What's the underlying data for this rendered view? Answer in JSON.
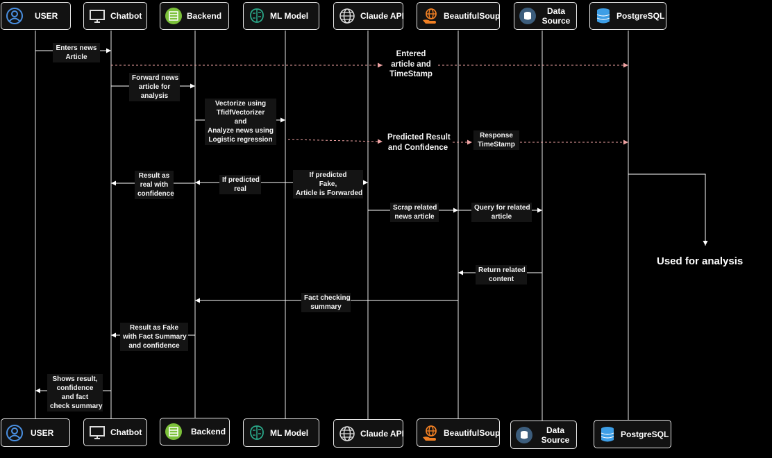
{
  "colors": {
    "solid": "#ffffff",
    "dashed": "#f0a3a3",
    "background": "#000000"
  },
  "participants": [
    {
      "id": "user",
      "label": "USER",
      "icon": "user-icon"
    },
    {
      "id": "chatbot",
      "label": "Chatbot",
      "icon": "monitor-icon"
    },
    {
      "id": "backend",
      "label": "Backend",
      "icon": "server-icon"
    },
    {
      "id": "ml",
      "label": "ML Model",
      "icon": "brain-chip-icon"
    },
    {
      "id": "claude",
      "label": "Claude API",
      "icon": "globe-icon"
    },
    {
      "id": "bsoup",
      "label": "BeautifulSoup",
      "icon": "web-scrape-icon"
    },
    {
      "id": "datasource",
      "label": "Data Source",
      "icon": "database-source-icon"
    },
    {
      "id": "postgres",
      "label": "PostgreSQL",
      "icon": "database-icon"
    }
  ],
  "messages": [
    {
      "text": "Enters news Article",
      "style": "solid"
    },
    {
      "text": "Entered article and TimeStamp",
      "style": "dashed"
    },
    {
      "text": "Forward news article for analysis",
      "style": "solid"
    },
    {
      "text": "Vectorize using TfidfVectorizer and Analyze news using Logistic regression",
      "style": "solid"
    },
    {
      "text": "Predicted Result and Confidence",
      "style": "dashed"
    },
    {
      "text": "Response TimeStamp",
      "style": "dashed"
    },
    {
      "text": "If predicted real",
      "style": "solid"
    },
    {
      "text": "Result as real with confidence",
      "style": "solid"
    },
    {
      "text": "If predicted Fake, Article is Forwarded",
      "style": "solid"
    },
    {
      "text": "Scrap related news article",
      "style": "solid"
    },
    {
      "text": "Query for related article",
      "style": "solid"
    },
    {
      "text": "Return related content",
      "style": "solid"
    },
    {
      "text": "Fact checking summary",
      "style": "solid"
    },
    {
      "text": "Result as Fake with Fact Summary and confidence",
      "style": "solid"
    },
    {
      "text": "Shows result, confidence and fact check summary",
      "style": "solid"
    }
  ],
  "labels": {
    "m0": [
      "Enters news",
      "Article"
    ],
    "m1": [
      "Entered",
      "article and",
      "TimeStamp"
    ],
    "m2": [
      "Forward news",
      "article for",
      "analysis"
    ],
    "m3": [
      "Vectorize using",
      "TfidfVectorizer",
      "and",
      "Analyze news using",
      "Logistic regression"
    ],
    "m4": [
      "Predicted Result",
      "and Confidence"
    ],
    "m5": [
      "Response",
      "TimeStamp"
    ],
    "m6": [
      "If predicted",
      "real"
    ],
    "m7": [
      "Result as",
      "real with",
      "confidence"
    ],
    "m8": [
      "If predicted",
      "Fake,",
      "Article is Forwarded"
    ],
    "m9": [
      "Scrap related",
      "news article"
    ],
    "m10": [
      "Query for related",
      "article"
    ],
    "m11": [
      "Return related",
      "content"
    ],
    "m12": [
      "Fact checking",
      "summary"
    ],
    "m13": [
      "Result as Fake",
      "with Fact Summary",
      "and confidence"
    ],
    "m14": [
      "Shows result,",
      "confidence",
      "and fact",
      "check summary"
    ]
  },
  "analysis_label": "Used for analysis"
}
